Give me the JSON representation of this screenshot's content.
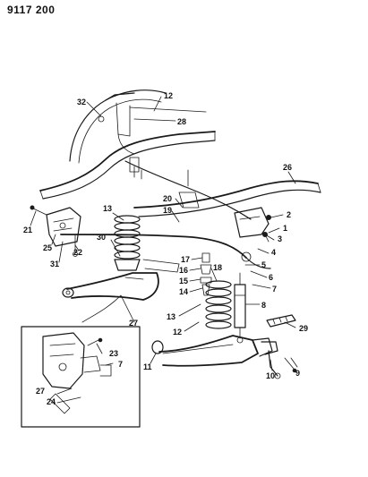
{
  "figure_code": "9117 200",
  "callouts": [
    "32",
    "12",
    "28",
    "26",
    "20",
    "19",
    "2",
    "1",
    "3",
    "4",
    "21",
    "25",
    "31",
    "22",
    "13",
    "30",
    "17",
    "16",
    "15",
    "14",
    "18",
    "5",
    "6",
    "7",
    "8",
    "13",
    "12",
    "27",
    "23",
    "7",
    "27",
    "24",
    "11",
    "10",
    "9",
    "29"
  ],
  "colors": {
    "ink": "#1a1a1a",
    "paper": "#ffffff"
  }
}
